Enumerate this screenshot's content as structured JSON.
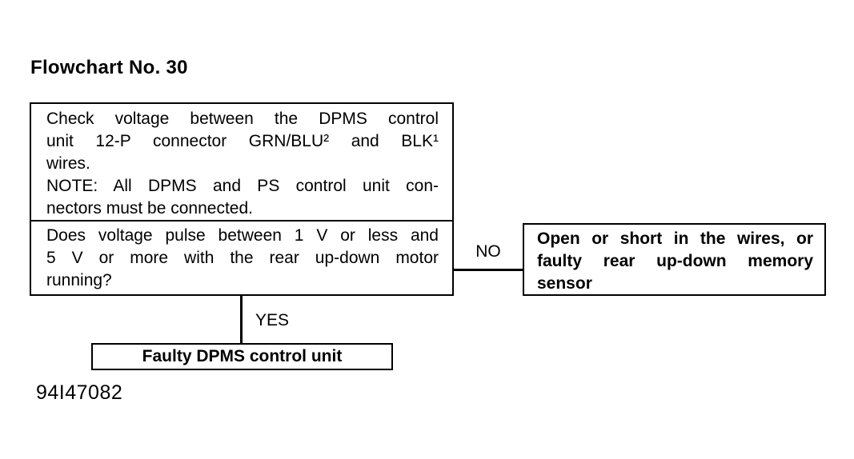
{
  "page": {
    "title": "Flowchart No. 30",
    "figure_id": "94I47082"
  },
  "colors": {
    "background": "#ffffff",
    "line": "#000000",
    "text": "#000000"
  },
  "flowchart": {
    "check_box": {
      "lines": [
        "Check voltage between the DPMS control",
        "unit 12-P connector GRN/BLU² and BLK¹",
        "wires.",
        "NOTE: All DPMS and PS control unit con-",
        "nectors must be connected."
      ]
    },
    "question_box": {
      "lines": [
        "Does voltage pulse between 1 V or less and",
        "5 V or more with the rear up-down motor",
        "running?"
      ]
    },
    "no_branch": {
      "label": "NO",
      "result_lines": [
        "Open or short in the wires, or",
        "faulty rear up-down memory",
        "sensor"
      ]
    },
    "yes_branch": {
      "label": "YES",
      "result": "Faulty DPMS control unit"
    }
  }
}
